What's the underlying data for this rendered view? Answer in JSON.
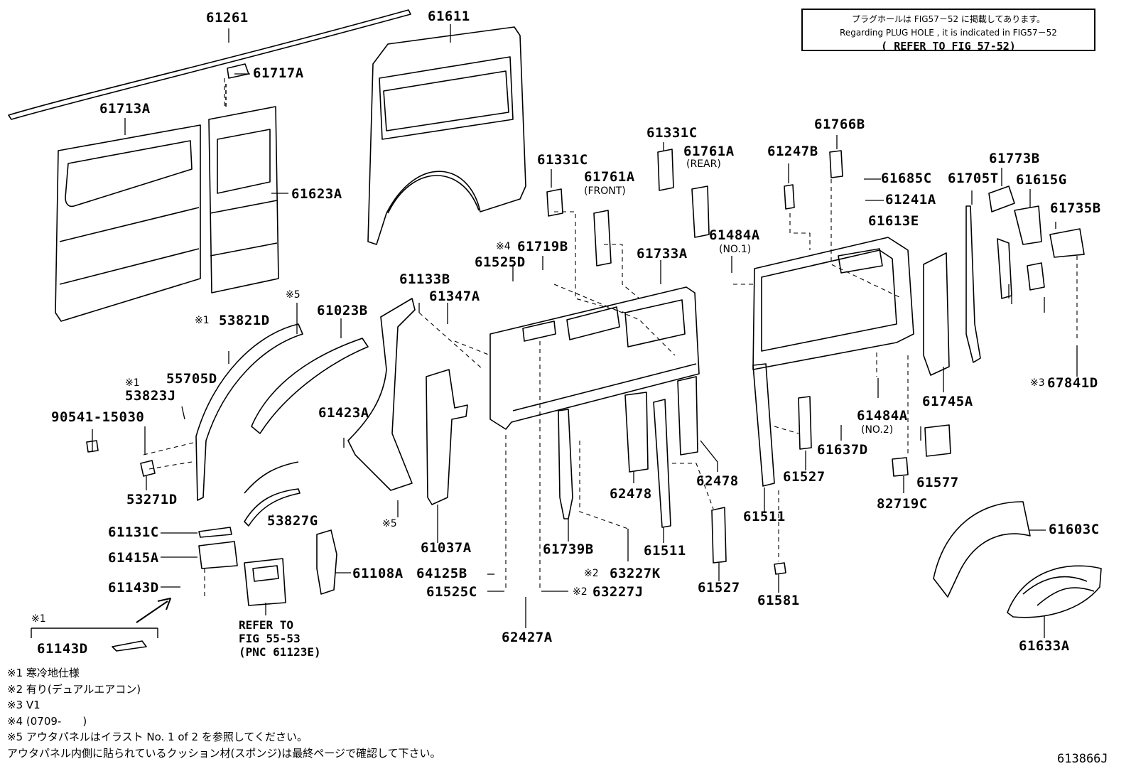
{
  "note": {
    "line1": "プラグホールは FIG57－52 に掲載してあります。",
    "line2": "Regarding PLUG HOLE , it is indicated in FIG57－52",
    "line3": "( REFER TO FIG 57-52)"
  },
  "parts": [
    "61261",
    "61611",
    "61717A",
    "61713A",
    "61623A",
    "61331C",
    "61331C",
    "61761A",
    "(FRONT)",
    "61761A",
    "(REAR)",
    "61766B",
    "61247B",
    "61685C",
    "61241A",
    "61773B",
    "61705T",
    "61615G",
    "61735B",
    "61613E",
    "61484A",
    "(NO.1)",
    "61719B",
    "61525D",
    "61733A",
    "61133B",
    "61347A",
    "53821D",
    "61023B",
    "55705D",
    "53823J",
    "90541-15030",
    "53271D",
    "61423A",
    "61037A",
    "61739B",
    "62478",
    "62478",
    "61511",
    "61511",
    "61527",
    "61527",
    "61637D",
    "61484A",
    "(NO.2)",
    "61745A",
    "67841D",
    "61577",
    "82719C",
    "61603C",
    "61633A",
    "53827G",
    "61131C",
    "61415A",
    "61143D",
    "61108A",
    "64125B",
    "61525C",
    "63227K",
    "63227J",
    "62427A",
    "61581",
    "61143D"
  ],
  "marks": {
    "m5a": "※5",
    "m1a": "※1",
    "m1b": "※1",
    "m4": "※4",
    "m5b": "※5",
    "m2a": "※2",
    "m2b": "※2",
    "m3": "※3",
    "m1c": "※1"
  },
  "refer": {
    "line1": "REFER TO",
    "line2": "FIG 55-53",
    "line3": "(PNC 61123E)"
  },
  "legend": [
    "※1 寒冷地仕様",
    "※2 有り(デュアルエアコン)",
    "※3 V1",
    "※4 (0709-　　)",
    "※5 アウタパネルはイラスト No. 1 of 2 を参照してください。",
    "アウタパネル内側に貼られているクッション材(スポンジ)は最終ページで確認して下さい。"
  ],
  "figure_id": "613866J"
}
